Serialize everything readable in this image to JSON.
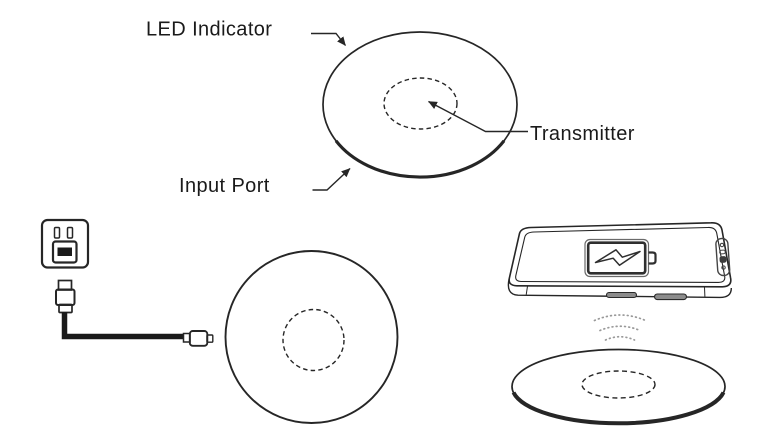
{
  "colors": {
    "background": "#ffffff",
    "line": "#262626",
    "gray_detail": "#8c8c8c",
    "label_text": "#1a1a1a"
  },
  "callouts": {
    "led_indicator": "LED Indicator",
    "transmitter": "Transmitter",
    "input_port": "Input Port"
  },
  "icons": {
    "power_outlet": "wall-outlet-usb-adapter-icon",
    "usb_a_plug": "usb-a-plug-icon",
    "micro_usb_plug": "micro-usb-plug-icon",
    "battery_charging": "battery-charging-icon",
    "charging_waves": "wireless-charging-waves-icon",
    "camera_module": "phone-camera-edge-icon"
  }
}
